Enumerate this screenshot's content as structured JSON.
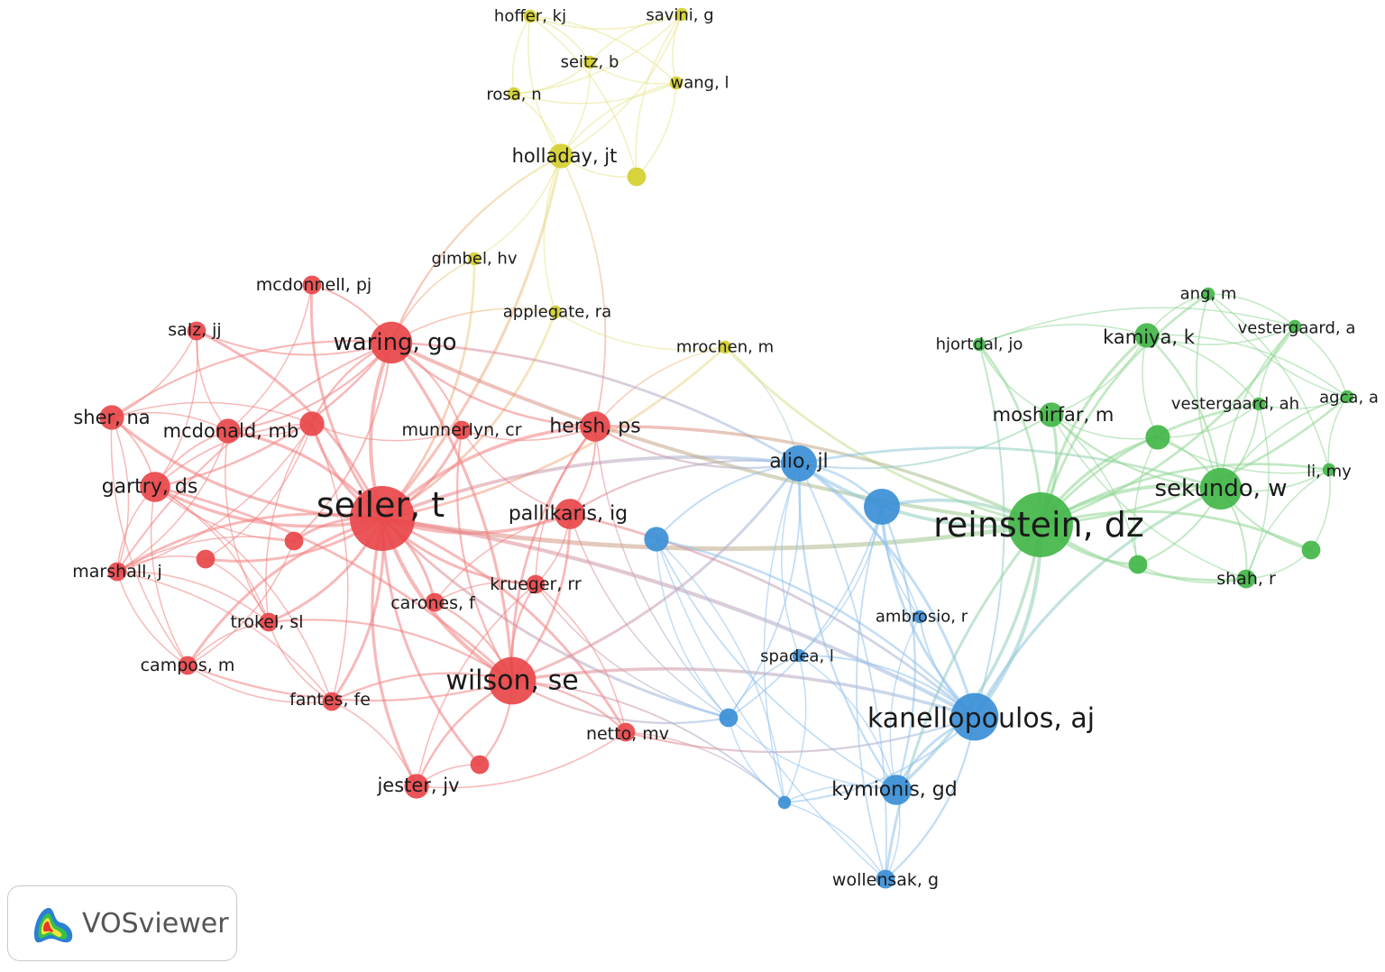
{
  "network": {
    "clusters": [
      {
        "id": 1,
        "color": "#e8474a",
        "edge_color": "#f08080"
      },
      {
        "id": 2,
        "color": "#3b8fd6",
        "edge_color": "#8fc1ec"
      },
      {
        "id": 3,
        "color": "#43b649",
        "edge_color": "#8fd693"
      },
      {
        "id": 4,
        "color": "#d4cf2e",
        "edge_color": "#e8e48a"
      }
    ],
    "nodes": [
      {
        "id": "seiler",
        "label": "seiler, t",
        "cluster": 1,
        "weight": 10
      },
      {
        "id": "waring",
        "label": "waring, go",
        "cluster": 1,
        "weight": 6
      },
      {
        "id": "wilson",
        "label": "wilson, se",
        "cluster": 1,
        "weight": 7
      },
      {
        "id": "hersh",
        "label": "hersh, ps",
        "cluster": 1,
        "weight": 4
      },
      {
        "id": "pallikaris",
        "label": "pallikaris, ig",
        "cluster": 1,
        "weight": 4
      },
      {
        "id": "gartry",
        "label": "gartry, ds",
        "cluster": 1,
        "weight": 4
      },
      {
        "id": "mcdonald",
        "label": "mcdonald, mb",
        "cluster": 1,
        "weight": 3
      },
      {
        "id": "sher",
        "label": "sher, na",
        "cluster": 1,
        "weight": 3
      },
      {
        "id": "salz",
        "label": "salz, jj",
        "cluster": 1,
        "weight": 2
      },
      {
        "id": "mcdonnell",
        "label": "mcdonnell, pj",
        "cluster": 1,
        "weight": 2
      },
      {
        "id": "marshall",
        "label": "marshall, j",
        "cluster": 1,
        "weight": 2
      },
      {
        "id": "trokel",
        "label": "trokel, sl",
        "cluster": 1,
        "weight": 2
      },
      {
        "id": "campos",
        "label": "campos, m",
        "cluster": 1,
        "weight": 2
      },
      {
        "id": "fantes",
        "label": "fantes, fe",
        "cluster": 1,
        "weight": 2
      },
      {
        "id": "jester",
        "label": "jester, jv",
        "cluster": 1,
        "weight": 3
      },
      {
        "id": "netto",
        "label": "netto, mv",
        "cluster": 1,
        "weight": 2
      },
      {
        "id": "krueger",
        "label": "krueger, rr",
        "cluster": 1,
        "weight": 2
      },
      {
        "id": "carones",
        "label": "carones, f",
        "cluster": 1,
        "weight": 2
      },
      {
        "id": "munnerlyn",
        "label": "munnerlyn, cr",
        "cluster": 1,
        "weight": 2
      },
      {
        "id": "r1",
        "label": "",
        "cluster": 1,
        "weight": 3
      },
      {
        "id": "r2",
        "label": "",
        "cluster": 1,
        "weight": 2
      },
      {
        "id": "r3",
        "label": "",
        "cluster": 1,
        "weight": 2
      },
      {
        "id": "r4",
        "label": "",
        "cluster": 1,
        "weight": 2
      },
      {
        "id": "alio",
        "label": "alio, jl",
        "cluster": 2,
        "weight": 5
      },
      {
        "id": "kanellopoulos",
        "label": "kanellopoulos, aj",
        "cluster": 2,
        "weight": 7
      },
      {
        "id": "kymionis",
        "label": "kymionis, gd",
        "cluster": 2,
        "weight": 4
      },
      {
        "id": "wollensak",
        "label": "wollensak, g",
        "cluster": 2,
        "weight": 2
      },
      {
        "id": "spadea",
        "label": "spadea, l",
        "cluster": 2,
        "weight": 1
      },
      {
        "id": "ambrosio",
        "label": "ambrosio, r",
        "cluster": 2,
        "weight": 1
      },
      {
        "id": "b1",
        "label": "",
        "cluster": 2,
        "weight": 5
      },
      {
        "id": "b2",
        "label": "",
        "cluster": 2,
        "weight": 3
      },
      {
        "id": "b3",
        "label": "",
        "cluster": 2,
        "weight": 2
      },
      {
        "id": "b4",
        "label": "",
        "cluster": 2,
        "weight": 1
      },
      {
        "id": "reinstein",
        "label": "reinstein, dz",
        "cluster": 3,
        "weight": 10
      },
      {
        "id": "sekundo",
        "label": "sekundo, w",
        "cluster": 3,
        "weight": 6
      },
      {
        "id": "moshirfar",
        "label": "moshirfar, m",
        "cluster": 3,
        "weight": 3
      },
      {
        "id": "kamiya",
        "label": "kamiya, k",
        "cluster": 3,
        "weight": 3
      },
      {
        "id": "hjortdal",
        "label": "hjortdal, jo",
        "cluster": 3,
        "weight": 1
      },
      {
        "id": "ang",
        "label": "ang, m",
        "cluster": 3,
        "weight": 1
      },
      {
        "id": "vestergaard_a",
        "label": "vestergaard, a",
        "cluster": 3,
        "weight": 1
      },
      {
        "id": "vestergaard_ah",
        "label": "vestergaard, ah",
        "cluster": 3,
        "weight": 1
      },
      {
        "id": "agca",
        "label": "agca, a",
        "cluster": 3,
        "weight": 1
      },
      {
        "id": "li",
        "label": "li, my",
        "cluster": 3,
        "weight": 1
      },
      {
        "id": "shah",
        "label": "shah, r",
        "cluster": 3,
        "weight": 2
      },
      {
        "id": "g1",
        "label": "",
        "cluster": 3,
        "weight": 3
      },
      {
        "id": "g2",
        "label": "",
        "cluster": 3,
        "weight": 2
      },
      {
        "id": "g3",
        "label": "",
        "cluster": 3,
        "weight": 2
      },
      {
        "id": "holladay",
        "label": "holladay, jt",
        "cluster": 4,
        "weight": 3
      },
      {
        "id": "hoffer",
        "label": "hoffer, kj",
        "cluster": 4,
        "weight": 1
      },
      {
        "id": "savini",
        "label": "savini, g",
        "cluster": 4,
        "weight": 1
      },
      {
        "id": "seitz",
        "label": "seitz, b",
        "cluster": 4,
        "weight": 1
      },
      {
        "id": "rosa",
        "label": "rosa, n",
        "cluster": 4,
        "weight": 1
      },
      {
        "id": "wang",
        "label": "wang, l",
        "cluster": 4,
        "weight": 1
      },
      {
        "id": "gimbel",
        "label": "gimbel, hv",
        "cluster": 4,
        "weight": 1
      },
      {
        "id": "applegate",
        "label": "applegate, ra",
        "cluster": 4,
        "weight": 1
      },
      {
        "id": "mrochen",
        "label": "mrochen, m",
        "cluster": 4,
        "weight": 1
      },
      {
        "id": "y1",
        "label": "",
        "cluster": 4,
        "weight": 2
      }
    ],
    "links": [
      [
        "hoffer",
        "savini"
      ],
      [
        "hoffer",
        "seitz"
      ],
      [
        "hoffer",
        "rosa"
      ],
      [
        "hoffer",
        "wang"
      ],
      [
        "hoffer",
        "holladay"
      ],
      [
        "hoffer",
        "y1"
      ],
      [
        "savini",
        "seitz"
      ],
      [
        "savini",
        "rosa"
      ],
      [
        "savini",
        "wang"
      ],
      [
        "savini",
        "holladay"
      ],
      [
        "savini",
        "y1"
      ],
      [
        "seitz",
        "rosa"
      ],
      [
        "seitz",
        "wang"
      ],
      [
        "seitz",
        "holladay"
      ],
      [
        "rosa",
        "wang"
      ],
      [
        "rosa",
        "holladay"
      ],
      [
        "wang",
        "holladay"
      ],
      [
        "wang",
        "y1"
      ],
      [
        "holladay",
        "y1"
      ],
      [
        "holladay",
        "gimbel"
      ],
      [
        "holladay",
        "applegate"
      ],
      [
        "holladay",
        "hersh"
      ],
      [
        "holladay",
        "waring"
      ],
      [
        "holladay",
        "seiler"
      ],
      [
        "gimbel",
        "waring"
      ],
      [
        "gimbel",
        "seiler"
      ],
      [
        "applegate",
        "waring"
      ],
      [
        "applegate",
        "seiler"
      ],
      [
        "applegate",
        "mrochen"
      ],
      [
        "mrochen",
        "seiler"
      ],
      [
        "mrochen",
        "reinstein"
      ],
      [
        "mrochen",
        "alio"
      ],
      [
        "mrochen",
        "hersh"
      ],
      [
        "seiler",
        "waring"
      ],
      [
        "seiler",
        "wilson"
      ],
      [
        "seiler",
        "hersh"
      ],
      [
        "seiler",
        "pallikaris"
      ],
      [
        "seiler",
        "gartry"
      ],
      [
        "seiler",
        "mcdonald"
      ],
      [
        "seiler",
        "sher"
      ],
      [
        "seiler",
        "salz"
      ],
      [
        "seiler",
        "mcdonnell"
      ],
      [
        "seiler",
        "marshall"
      ],
      [
        "seiler",
        "trokel"
      ],
      [
        "seiler",
        "campos"
      ],
      [
        "seiler",
        "fantes"
      ],
      [
        "seiler",
        "jester"
      ],
      [
        "seiler",
        "netto"
      ],
      [
        "seiler",
        "krueger"
      ],
      [
        "seiler",
        "carones"
      ],
      [
        "seiler",
        "munnerlyn"
      ],
      [
        "seiler",
        "r1"
      ],
      [
        "seiler",
        "r2"
      ],
      [
        "seiler",
        "r3"
      ],
      [
        "seiler",
        "r4"
      ],
      [
        "seiler",
        "alio"
      ],
      [
        "seiler",
        "reinstein"
      ],
      [
        "seiler",
        "kanellopoulos"
      ],
      [
        "seiler",
        "b3"
      ],
      [
        "waring",
        "mcdonald"
      ],
      [
        "waring",
        "sher"
      ],
      [
        "waring",
        "salz"
      ],
      [
        "waring",
        "mcdonnell"
      ],
      [
        "waring",
        "gartry"
      ],
      [
        "waring",
        "hersh"
      ],
      [
        "waring",
        "wilson"
      ],
      [
        "waring",
        "r1"
      ],
      [
        "waring",
        "r2"
      ],
      [
        "waring",
        "marshall"
      ],
      [
        "waring",
        "munnerlyn"
      ],
      [
        "waring",
        "reinstein"
      ],
      [
        "waring",
        "alio"
      ],
      [
        "wilson",
        "jester"
      ],
      [
        "wilson",
        "netto"
      ],
      [
        "wilson",
        "fantes"
      ],
      [
        "wilson",
        "krueger"
      ],
      [
        "wilson",
        "carones"
      ],
      [
        "wilson",
        "r4"
      ],
      [
        "wilson",
        "pallikaris"
      ],
      [
        "wilson",
        "hersh"
      ],
      [
        "wilson",
        "gartry"
      ],
      [
        "wilson",
        "campos"
      ],
      [
        "wilson",
        "trokel"
      ],
      [
        "wilson",
        "kanellopoulos"
      ],
      [
        "wilson",
        "alio"
      ],
      [
        "wilson",
        "b4"
      ],
      [
        "wilson",
        "b3"
      ],
      [
        "wilson",
        "munnerlyn"
      ],
      [
        "gartry",
        "sher"
      ],
      [
        "gartry",
        "mcdonald"
      ],
      [
        "gartry",
        "marshall"
      ],
      [
        "gartry",
        "trokel"
      ],
      [
        "gartry",
        "campos"
      ],
      [
        "gartry",
        "r1"
      ],
      [
        "gartry",
        "r2"
      ],
      [
        "gartry",
        "fantes"
      ],
      [
        "gartry",
        "salz"
      ],
      [
        "sher",
        "mcdonald"
      ],
      [
        "sher",
        "salz"
      ],
      [
        "sher",
        "marshall"
      ],
      [
        "sher",
        "campos"
      ],
      [
        "sher",
        "r1"
      ],
      [
        "mcdonald",
        "r1"
      ],
      [
        "mcdonald",
        "salz"
      ],
      [
        "mcdonald",
        "mcdonnell"
      ],
      [
        "mcdonald",
        "marshall"
      ],
      [
        "mcdonald",
        "trokel"
      ],
      [
        "marshall",
        "trokel"
      ],
      [
        "marshall",
        "campos"
      ],
      [
        "marshall",
        "fantes"
      ],
      [
        "marshall",
        "r1"
      ],
      [
        "marshall",
        "r2"
      ],
      [
        "campos",
        "fantes"
      ],
      [
        "campos",
        "trokel"
      ],
      [
        "campos",
        "r2"
      ],
      [
        "fantes",
        "trokel"
      ],
      [
        "fantes",
        "r1"
      ],
      [
        "jester",
        "r4"
      ],
      [
        "jester",
        "netto"
      ],
      [
        "jester",
        "krueger"
      ],
      [
        "jester",
        "fantes"
      ],
      [
        "hersh",
        "pallikaris"
      ],
      [
        "hersh",
        "krueger"
      ],
      [
        "hersh",
        "munnerlyn"
      ],
      [
        "hersh",
        "alio"
      ],
      [
        "hersh",
        "reinstein"
      ],
      [
        "hersh",
        "b3"
      ],
      [
        "pallikaris",
        "krueger"
      ],
      [
        "pallikaris",
        "carones"
      ],
      [
        "pallikaris",
        "alio"
      ],
      [
        "pallikaris",
        "b3"
      ],
      [
        "pallikaris",
        "kanellopoulos"
      ],
      [
        "krueger",
        "carones"
      ],
      [
        "krueger",
        "netto"
      ],
      [
        "krueger",
        "b3"
      ],
      [
        "munnerlyn",
        "r1"
      ],
      [
        "munnerlyn",
        "pallikaris"
      ],
      [
        "netto",
        "b4"
      ],
      [
        "netto",
        "kanellopoulos"
      ],
      [
        "r1",
        "r3"
      ],
      [
        "r1",
        "trokel"
      ],
      [
        "r3",
        "trokel"
      ],
      [
        "r3",
        "marshall"
      ],
      [
        "alio",
        "b1"
      ],
      [
        "alio",
        "b2"
      ],
      [
        "alio",
        "b3"
      ],
      [
        "alio",
        "b4"
      ],
      [
        "alio",
        "kanellopoulos"
      ],
      [
        "alio",
        "kymionis"
      ],
      [
        "alio",
        "wollensak"
      ],
      [
        "alio",
        "spadea"
      ],
      [
        "alio",
        "ambrosio"
      ],
      [
        "alio",
        "reinstein"
      ],
      [
        "alio",
        "sekundo"
      ],
      [
        "alio",
        "moshirfar"
      ],
      [
        "b1",
        "reinstein"
      ],
      [
        "b1",
        "kanellopoulos"
      ],
      [
        "b1",
        "kymionis"
      ],
      [
        "b1",
        "ambrosio"
      ],
      [
        "b1",
        "spadea"
      ],
      [
        "b1",
        "wollensak"
      ],
      [
        "b1",
        "b3"
      ],
      [
        "kanellopoulos",
        "kymionis"
      ],
      [
        "kanellopoulos",
        "wollensak"
      ],
      [
        "kanellopoulos",
        "spadea"
      ],
      [
        "kanellopoulos",
        "ambrosio"
      ],
      [
        "kanellopoulos",
        "b2"
      ],
      [
        "kanellopoulos",
        "b4"
      ],
      [
        "kanellopoulos",
        "reinstein"
      ],
      [
        "kanellopoulos",
        "sekundo"
      ],
      [
        "kanellopoulos",
        "hjortdal"
      ],
      [
        "kymionis",
        "wollensak"
      ],
      [
        "kymionis",
        "spadea"
      ],
      [
        "kymionis",
        "b2"
      ],
      [
        "kymionis",
        "b4"
      ],
      [
        "kymionis",
        "ambrosio"
      ],
      [
        "kymionis",
        "reinstein"
      ],
      [
        "b3",
        "b2"
      ],
      [
        "b3",
        "b4"
      ],
      [
        "b3",
        "spadea"
      ],
      [
        "b3",
        "kymionis"
      ],
      [
        "b2",
        "b4"
      ],
      [
        "b2",
        "wollensak"
      ],
      [
        "b4",
        "wollensak"
      ],
      [
        "b4",
        "spadea"
      ],
      [
        "reinstein",
        "sekundo"
      ],
      [
        "reinstein",
        "moshirfar"
      ],
      [
        "reinstein",
        "kamiya"
      ],
      [
        "reinstein",
        "hjortdal"
      ],
      [
        "reinstein",
        "ang"
      ],
      [
        "reinstein",
        "vestergaard_a"
      ],
      [
        "reinstein",
        "vestergaard_ah"
      ],
      [
        "reinstein",
        "agca"
      ],
      [
        "reinstein",
        "li"
      ],
      [
        "reinstein",
        "shah"
      ],
      [
        "reinstein",
        "g1"
      ],
      [
        "reinstein",
        "g2"
      ],
      [
        "reinstein",
        "g3"
      ],
      [
        "reinstein",
        "wollensak"
      ],
      [
        "sekundo",
        "moshirfar"
      ],
      [
        "sekundo",
        "kamiya"
      ],
      [
        "sekundo",
        "vestergaard_a"
      ],
      [
        "sekundo",
        "vestergaard_ah"
      ],
      [
        "sekundo",
        "agca"
      ],
      [
        "sekundo",
        "li"
      ],
      [
        "sekundo",
        "shah"
      ],
      [
        "sekundo",
        "g1"
      ],
      [
        "sekundo",
        "g2"
      ],
      [
        "sekundo",
        "g3"
      ],
      [
        "sekundo",
        "ang"
      ],
      [
        "moshirfar",
        "kamiya"
      ],
      [
        "moshirfar",
        "hjortdal"
      ],
      [
        "moshirfar",
        "g1"
      ],
      [
        "moshirfar",
        "g2"
      ],
      [
        "moshirfar",
        "shah"
      ],
      [
        "kamiya",
        "ang"
      ],
      [
        "kamiya",
        "vestergaard_a"
      ],
      [
        "kamiya",
        "vestergaard_ah"
      ],
      [
        "kamiya",
        "g1"
      ],
      [
        "kamiya",
        "agca"
      ],
      [
        "kamiya",
        "hjortdal"
      ],
      [
        "ang",
        "vestergaard_a"
      ],
      [
        "ang",
        "agca"
      ],
      [
        "ang",
        "li"
      ],
      [
        "vestergaard_a",
        "vestergaard_ah"
      ],
      [
        "vestergaard_a",
        "agca"
      ],
      [
        "vestergaard_ah",
        "agca"
      ],
      [
        "vestergaard_ah",
        "g1"
      ],
      [
        "agca",
        "li"
      ],
      [
        "li",
        "g3"
      ],
      [
        "li",
        "shah"
      ],
      [
        "g3",
        "shah"
      ],
      [
        "g2",
        "shah"
      ],
      [
        "g2",
        "g1"
      ],
      [
        "g1",
        "li"
      ],
      [
        "hjortdal",
        "vestergaard_a"
      ],
      [
        "shah",
        "vestergaard_ah"
      ]
    ]
  },
  "badge": {
    "text": "VOSviewer",
    "logo_icon": "vosviewer-density-logo-icon"
  }
}
